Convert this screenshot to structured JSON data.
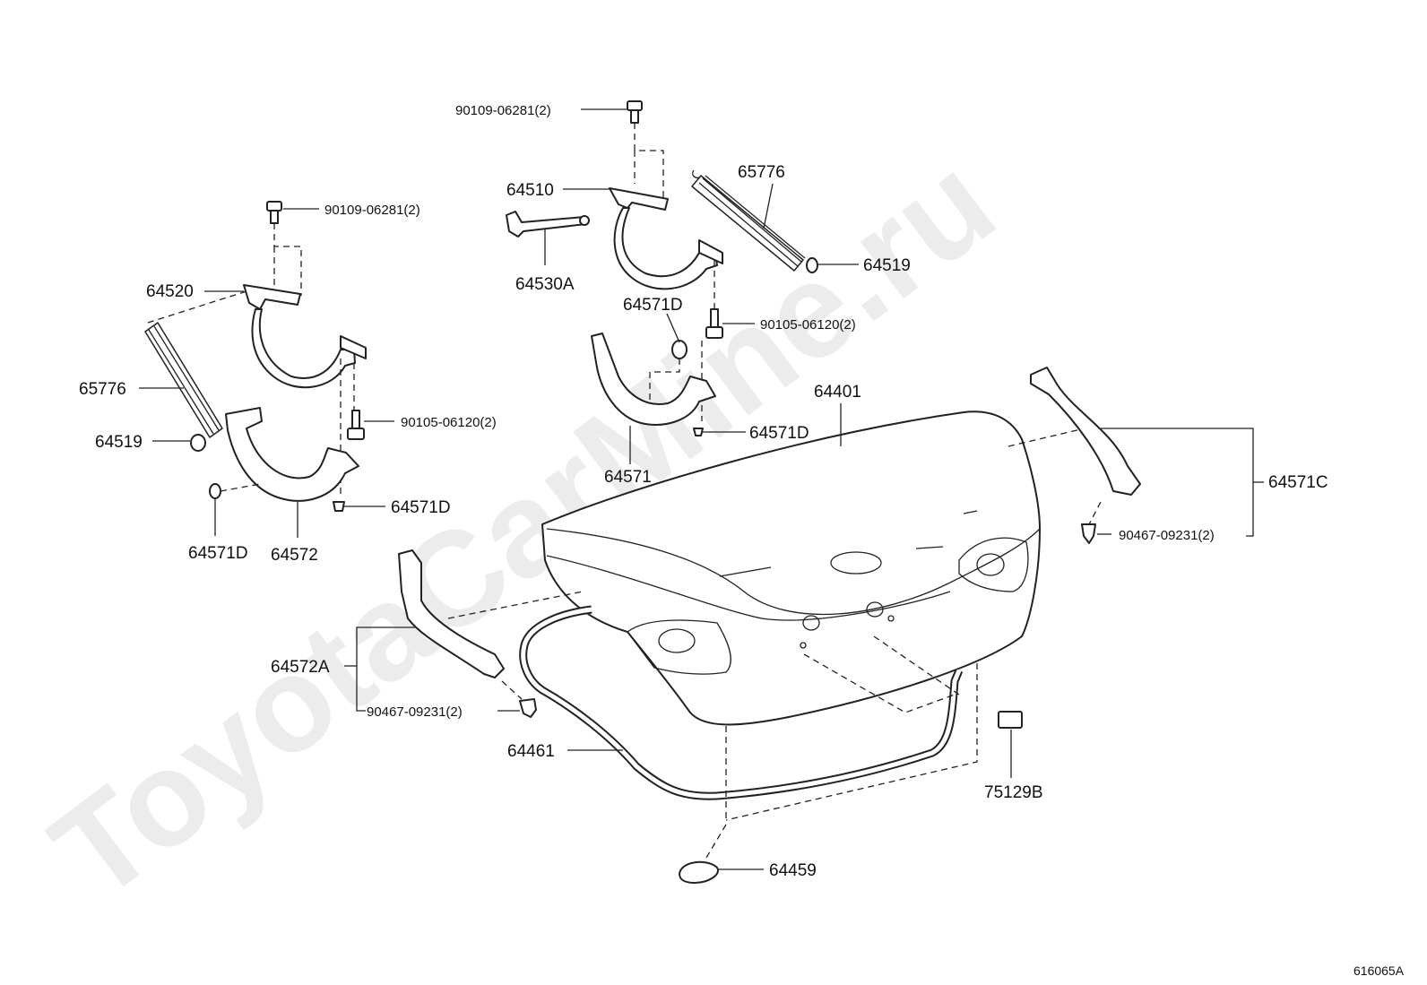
{
  "watermark": "ToyotaCarMine.ru",
  "reference_code": "616065A",
  "labels": {
    "bolt_hinge_r": "90109-06281(2)",
    "hinge_r": "64510",
    "rod_r": "64530A",
    "spring_r": "65776",
    "spring_clip_r": "64519",
    "cushion_r_a": "64571D",
    "bolt_cover_r": "90105-06120(2)",
    "cushion_r_b": "64571D",
    "hinge_cover_r": "64571",
    "trunk_lid": "64401",
    "side_trim_r": "64571C",
    "clip_r": "90467-09231(2)",
    "bolt_hinge_l": "90109-06281(2)",
    "hinge_l": "64520",
    "spring_l": "65776",
    "spring_clip_l": "64519",
    "bolt_cover_l": "90105-06120(2)",
    "cushion_l_a": "64571D",
    "cushion_l_b": "64571D",
    "hinge_cover_l": "64572",
    "side_trim_l": "64572A",
    "clip_l": "90467-09231(2)",
    "weatherstrip": "64461",
    "plug": "75129B",
    "bumper": "64459"
  }
}
